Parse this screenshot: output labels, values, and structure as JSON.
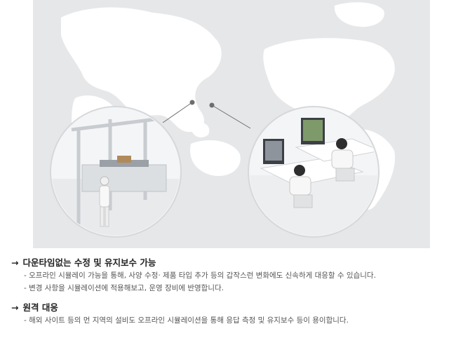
{
  "hero": {
    "image_alt": "world map with factory line and operators at monitors",
    "map_color": "#ffffff",
    "background_color": "#e6e7e9"
  },
  "sections": [
    {
      "arrow": "→",
      "title": "다운타임없는 수정 및 유지보수 가능",
      "bullets": [
        "- 오프라인 시뮬레이 가능을 통해, 사양 수정· 제품 타입 추가 등의 갑작스런 변화에도 신속하게 대응할 수 있습니다.",
        "- 변경 사항을 시뮬레이션에 적용해보고, 운영 장비에 반영합니다."
      ]
    },
    {
      "arrow": "→",
      "title": "원격 대응",
      "bullets": [
        "- 해외 사이트 등의 먼 지역의 설비도 오프라인 시뮬레이션을 통해 응답 측정 및 유지보수 등이 용이합니다."
      ]
    }
  ]
}
